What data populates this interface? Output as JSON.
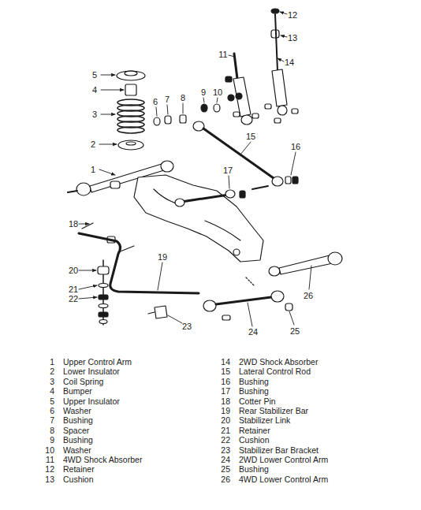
{
  "diagram": {
    "labels": [
      "1",
      "2",
      "3",
      "4",
      "5",
      "6",
      "7",
      "8",
      "9",
      "10",
      "11",
      "12",
      "13",
      "14",
      "15",
      "16",
      "17",
      "18",
      "19",
      "20",
      "21",
      "22",
      "23",
      "24",
      "25",
      "26",
      "1",
      "Upper Control Arm",
      "2",
      "Lower Insulator",
      "3",
      "Coil Spring",
      "4",
      "Bumper",
      "5",
      "Upper Insulator",
      "6",
      "Washer",
      "7",
      "Bushing",
      "8",
      "Spacer",
      "9",
      "Bushing",
      "10",
      "Washer",
      "11",
      "4WD Shock Absorber",
      "12",
      "Retainer",
      "13",
      "Cushion",
      "14",
      "2WD Shock Absorber",
      "15",
      "Lateral Control Rod",
      "16",
      "Bushing",
      "17",
      "Bushing",
      "18",
      "Cotter Pin",
      "19",
      "Rear Stabilizer Bar",
      "20",
      "Stabilizer Link",
      "21",
      "Retainer",
      "22",
      "Cushion",
      "23",
      "Stabilizer Bar Bracket",
      "24",
      "2WD Lower Control Arm",
      "25",
      "Bushing",
      "26",
      "4WD Lower Control Arm"
    ]
  }
}
